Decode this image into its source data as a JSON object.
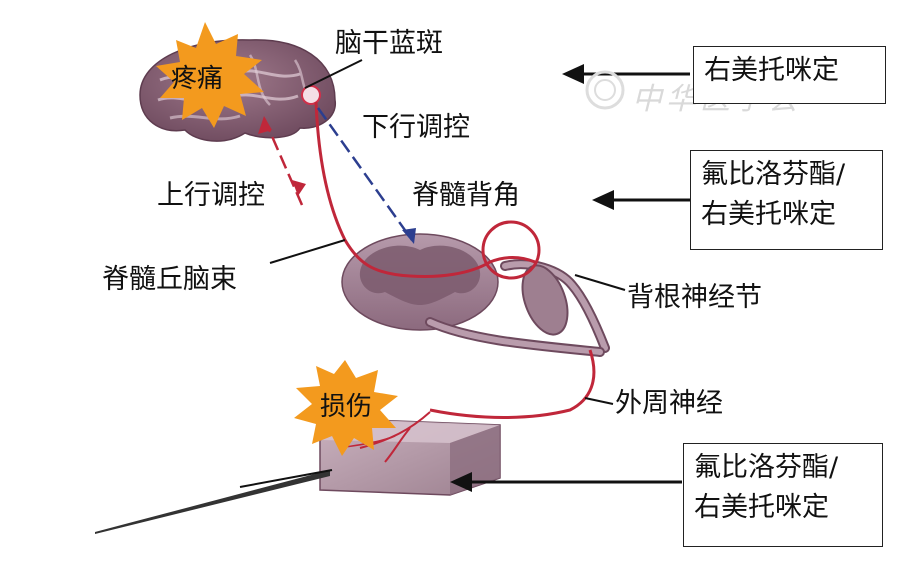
{
  "labels": {
    "pain": "疼痛",
    "brainstem_locus": "脑干蓝斑",
    "descending_control": "下行调控",
    "ascending_control": "上行调控",
    "dorsal_horn": "脊髓背角",
    "spinothalamic_tract": "脊髓丘脑束",
    "dorsal_root_ganglion": "背根神经节",
    "peripheral_nerve": "外周神经",
    "injury": "损伤"
  },
  "drug_boxes": {
    "brain": [
      "右美托咪定"
    ],
    "spinal": [
      "氟比洛芬酯/",
      "右美托咪定"
    ],
    "peripheral": [
      "氟比洛芬酯/",
      "右美托咪定"
    ]
  },
  "watermark": "中华医学会",
  "colors": {
    "ascending_path": "#c0273a",
    "descending_path": "#2c3e8f",
    "star_fill": "#f39a1e",
    "tissue": "#8a6b7d",
    "background": "#ffffff"
  },
  "icons": [
    "pain-star-icon",
    "injury-star-icon",
    "brain-illustration",
    "spinal-cord-illustration",
    "skin-tissue-illustration"
  ]
}
